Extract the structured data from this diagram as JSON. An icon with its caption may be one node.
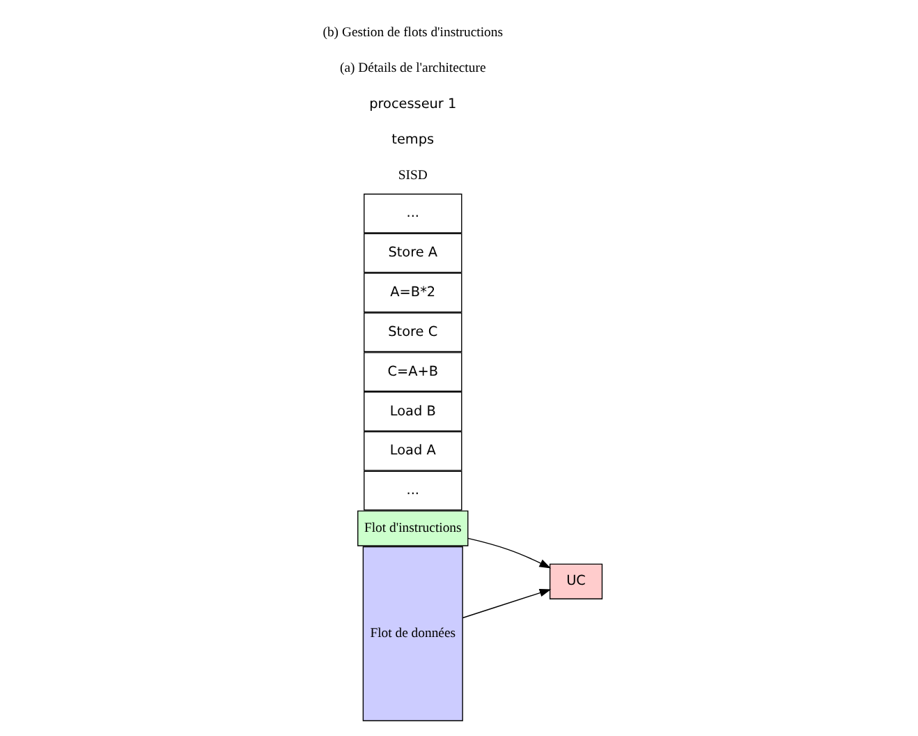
{
  "diagram": {
    "nodes": [
      {
        "text": [
          "Flot d'instructions"
        ]
      },
      {
        "text": [
          "Flot de données"
        ]
      },
      {
        "text": [
          "UC"
        ]
      },
      {
        "text": [
          "..."
        ]
      },
      {
        "text": [
          "Load A"
        ]
      },
      {
        "text": [
          "Load B"
        ]
      },
      {
        "text": [
          "C=A+B"
        ]
      },
      {
        "text": [
          "Store C"
        ]
      },
      {
        "text": [
          "A=B*2"
        ]
      },
      {
        "text": [
          "Store A"
        ]
      },
      {
        "text": [
          "..."
        ]
      }
    ],
    "edges": [
      {
        "from": 1,
        "to": 2,
        "arrow": "to"
      },
      {
        "from": 0,
        "to": 2,
        "arrow": "to"
      }
    ],
    "labels": [
      "SISD",
      "temps",
      "processeur 1",
      "(a) Détails de l'architecture",
      "(b) Gestion de flots d'instructions"
    ]
  }
}
